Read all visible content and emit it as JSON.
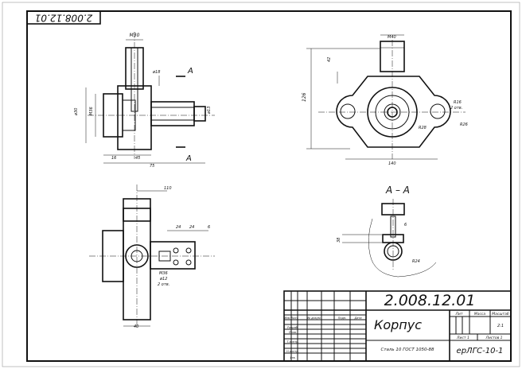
{
  "stamp_code_rotated": "2.008.12.01",
  "title_block": {
    "designation": "2.008.12.01",
    "part_name": "Корпус",
    "material": "Сталь 10 ГОСТ 1050-88",
    "group": "ерЛГС-10-1",
    "scale": "2:1",
    "mass_label": "Масса",
    "scale_label": "Масштаб",
    "lit_label": "Лит",
    "sheet_label": "Лист 1",
    "sheets_label": "Листов 1",
    "rows": [
      "Изм Лист",
      "№ докум.",
      "Подп.",
      "Дата",
      "Разраб.",
      "Пров.",
      "Т.контр.",
      "Н.контр.",
      "Утв."
    ]
  },
  "section_letter": "А",
  "section_title": "А – А",
  "dimensions": {
    "d1": "М30",
    "d2": "ø18",
    "d3": "ø30",
    "d4": "М36",
    "d5": "ø13",
    "d6": "16",
    "d7": "45",
    "d8": "75",
    "d9": "М40",
    "d10": "42",
    "d11": "126",
    "d12": "R28",
    "d13": "R16",
    "d14": "2 отв.",
    "d15": "R26",
    "d16": "140",
    "d17": "110",
    "d18": "24",
    "d19": "24",
    "d20": "6",
    "d21": "М36",
    "d22": "ø12",
    "d23": "2 отв.",
    "d24": "40",
    "d25": "6",
    "d26": "38",
    "d27": "R24"
  }
}
